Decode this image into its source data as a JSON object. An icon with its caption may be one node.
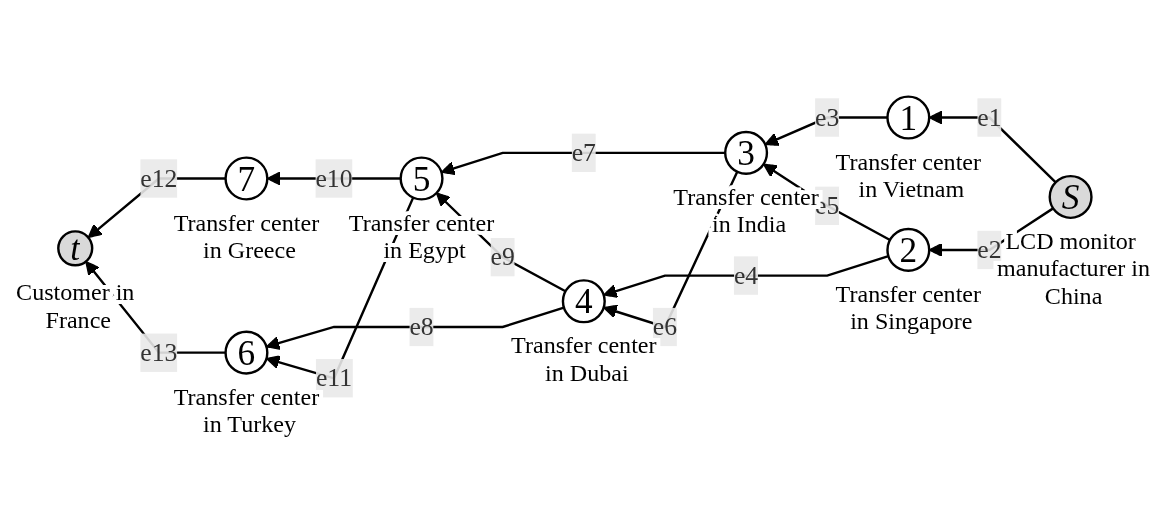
{
  "diagram": {
    "nodes": [
      {
        "text": [
          "S"
        ],
        "beside": [
          "LCD monitor manufacturer in China"
        ]
      },
      {
        "text": [
          "1"
        ],
        "beside": [
          "Transfer center in Vietnam"
        ]
      },
      {
        "text": [
          "2"
        ],
        "beside": [
          "Transfer center in Singapore"
        ]
      },
      {
        "text": [
          "3"
        ],
        "beside": [
          "Transfer center in India"
        ]
      },
      {
        "text": [
          "4"
        ],
        "beside": [
          "Transfer center in Dubai"
        ]
      },
      {
        "text": [
          "5"
        ],
        "beside": [
          "Transfer center in Egypt"
        ]
      },
      {
        "text": [
          "6"
        ],
        "beside": [
          "Transfer center in Turkey"
        ]
      },
      {
        "text": [
          "7"
        ],
        "beside": [
          "Transfer center in Greece"
        ]
      },
      {
        "text": [
          "t"
        ],
        "beside": [
          "Customer in France"
        ]
      }
    ],
    "edges": [
      {
        "from": 0,
        "to": 1,
        "arrow": "to",
        "label": "e1"
      },
      {
        "from": 0,
        "to": 2,
        "arrow": "to",
        "label": "e2"
      },
      {
        "from": 1,
        "to": 3,
        "arrow": "to",
        "label": "e3"
      },
      {
        "from": 2,
        "to": 4,
        "arrow": "to",
        "label": "e4"
      },
      {
        "from": 2,
        "to": 3,
        "arrow": "to",
        "label": "e5"
      },
      {
        "from": 3,
        "to": 4,
        "arrow": "to",
        "label": "e6"
      },
      {
        "from": 3,
        "to": 5,
        "arrow": "to",
        "label": "e7"
      },
      {
        "from": 4,
        "to": 6,
        "arrow": "to",
        "label": "e8"
      },
      {
        "from": 4,
        "to": 5,
        "arrow": "to",
        "label": "e9"
      },
      {
        "from": 5,
        "to": 7,
        "arrow": "to",
        "label": "e10"
      },
      {
        "from": 5,
        "to": 6,
        "arrow": "to",
        "label": "e11"
      },
      {
        "from": 7,
        "to": 8,
        "arrow": "to",
        "label": "e12"
      },
      {
        "from": 6,
        "to": 8,
        "arrow": "to",
        "label": "e13"
      }
    ]
  }
}
